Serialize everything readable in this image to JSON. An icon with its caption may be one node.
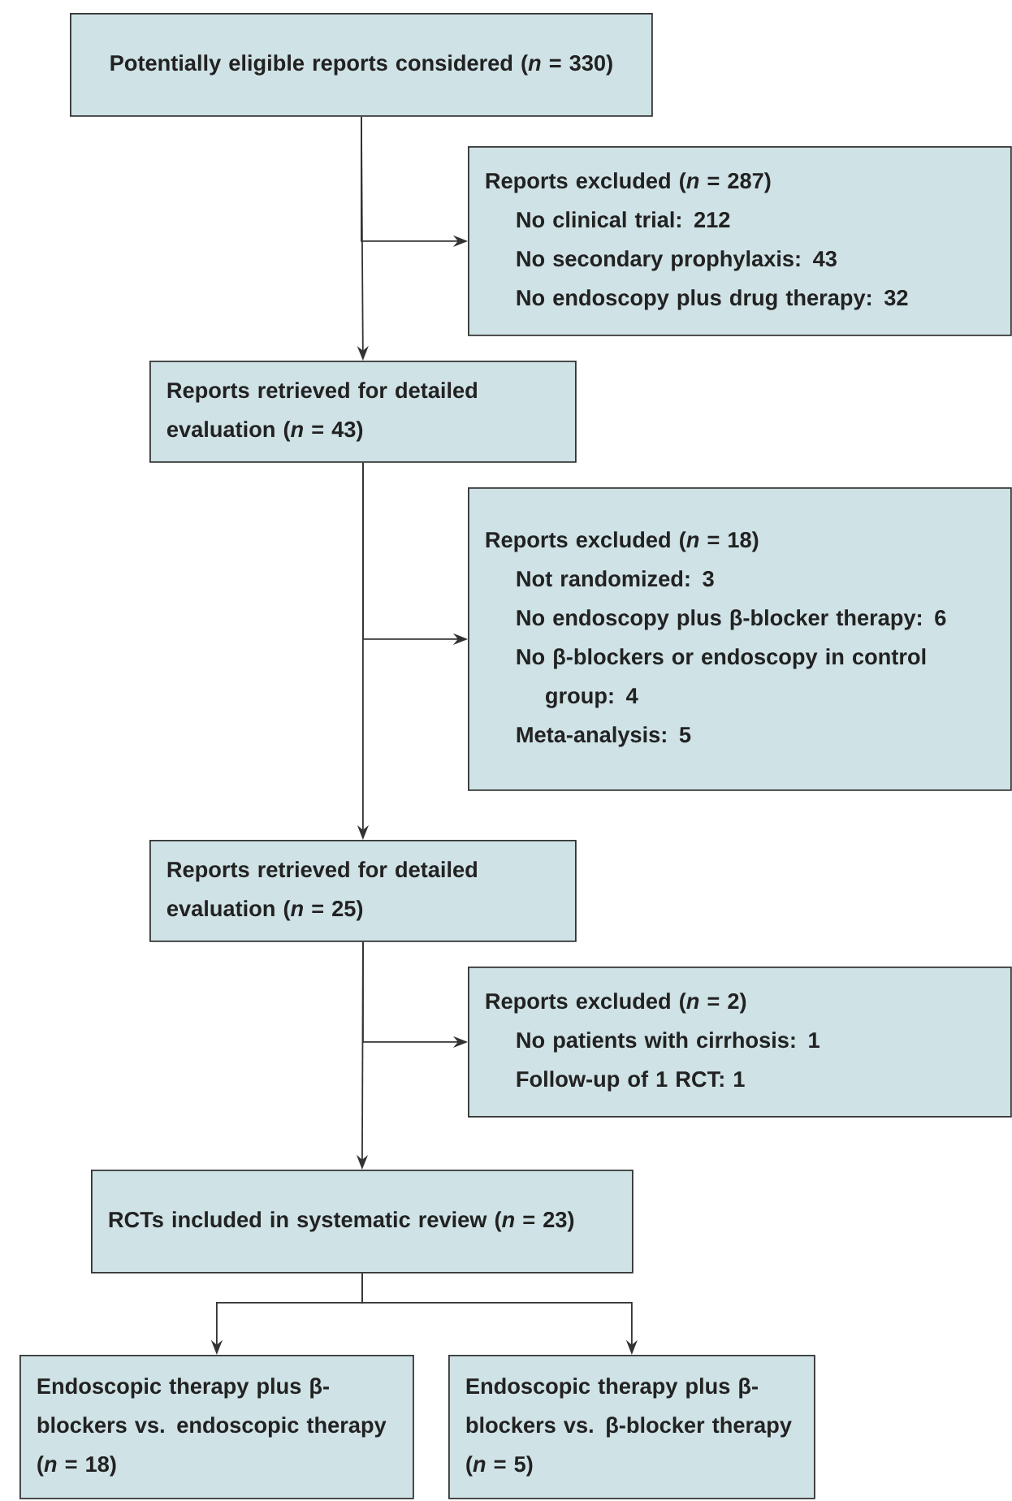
{
  "diagram": {
    "nodes": [
      {
        "text": [
          "Potentially eligible reports considered (*n* = 330)"
        ]
      },
      {
        "text": [
          "Reports excluded (*n* = 287)",
          "No clinical trial: 212",
          "No secondary prophylaxis: 43",
          "No endoscopy plus drug therapy: 32"
        ]
      },
      {
        "text": [
          "Reports retrieved for detailed evaluation (*n* = 43)"
        ]
      },
      {
        "text": [
          "Reports excluded (*n* = 18)",
          "Not randomized: 3",
          "No endoscopy plus β-blocker therapy: 6",
          "No β-blockers or endoscopy in control group: 4",
          "Meta-analysis: 5"
        ]
      },
      {
        "text": [
          "Reports retrieved for detailed evaluation (*n* = 25)"
        ]
      },
      {
        "text": [
          "Reports excluded (*n* = 2)",
          "No patients with cirrhosis: 1",
          "Follow-up of 1 RCT: 1"
        ]
      },
      {
        "text": [
          "RCTs included in systematic review (*n* = 23)"
        ]
      },
      {
        "text": [
          "Endoscopic therapy plus β-blockers vs. endoscopic therapy (*n* = 18)"
        ]
      },
      {
        "text": [
          "Endoscopic therapy plus β-blockers vs. β-blocker therapy (*n* = 5)"
        ]
      }
    ],
    "edges": [
      {
        "from": 0,
        "to": 1,
        "arrow": "to"
      },
      {
        "from": 0,
        "to": 2,
        "arrow": "to"
      },
      {
        "from": 2,
        "to": 3,
        "arrow": "to"
      },
      {
        "from": 2,
        "to": 4,
        "arrow": "to"
      },
      {
        "from": 4,
        "to": 5,
        "arrow": "to"
      },
      {
        "from": 4,
        "to": 6,
        "arrow": "to"
      },
      {
        "from": 6,
        "to": 7,
        "arrow": "to"
      },
      {
        "from": 6,
        "to": 8,
        "arrow": "to"
      }
    ]
  }
}
